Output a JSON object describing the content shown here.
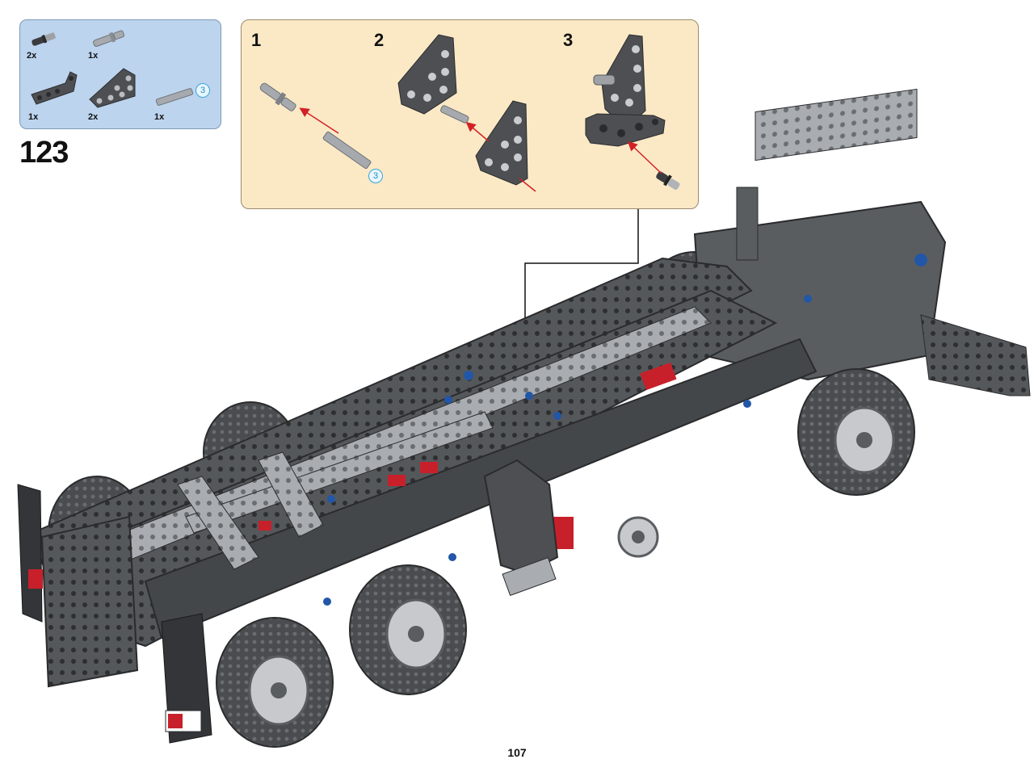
{
  "step": {
    "number": "123"
  },
  "parts_list": [
    {
      "name": "axle-pin-friction-icon",
      "qty": "2x"
    },
    {
      "name": "axle-pin-icon",
      "qty": "1x"
    },
    {
      "name": "l-beam-icon",
      "qty": "1x"
    },
    {
      "name": "triangle-beam-icon",
      "qty": "2x"
    },
    {
      "name": "axle-3-icon",
      "qty": "1x",
      "length": "3"
    }
  ],
  "substeps": [
    {
      "number": "1",
      "badge": "3"
    },
    {
      "number": "2"
    },
    {
      "number": "3"
    }
  ],
  "colors": {
    "parts_box_bg": "#bcd4ee",
    "callout_bg": "#fbe9c6",
    "dark_bluish_gray": "#4d4f52",
    "light_bluish_gray": "#a9adb1",
    "red": "#c8202a",
    "blue": "#2257a8",
    "arrow_red": "#d32026"
  },
  "page": {
    "number": "107"
  }
}
